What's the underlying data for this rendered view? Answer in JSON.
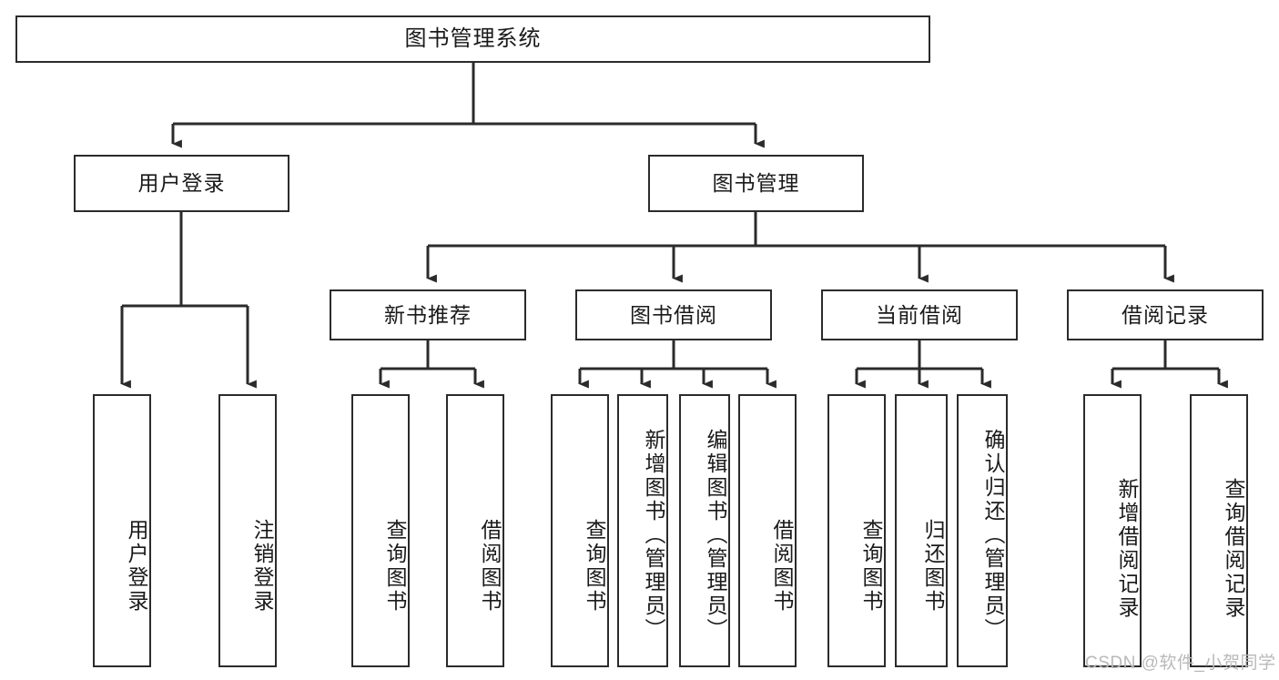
{
  "diagram": {
    "title": "图书管理系统",
    "type": "hierarchy-tree",
    "levels": 4
  },
  "nodes": {
    "root": {
      "label": "图书管理系统"
    },
    "level2": [
      {
        "id": "user-login",
        "label": "用户登录"
      },
      {
        "id": "book-manage",
        "label": "图书管理"
      }
    ],
    "level3": [
      {
        "id": "new-book-recommend",
        "label": "新书推荐"
      },
      {
        "id": "book-borrow",
        "label": "图书借阅"
      },
      {
        "id": "current-borrow",
        "label": "当前借阅"
      },
      {
        "id": "borrow-record",
        "label": "借阅记录"
      }
    ],
    "leaves": {
      "user_login": [
        {
          "id": "leaf-user-login",
          "label": "用户登录"
        },
        {
          "id": "leaf-logout-login",
          "label": "注销登录"
        }
      ],
      "new_book_recommend": [
        {
          "id": "leaf-query-book-1",
          "label": "查询图书"
        },
        {
          "id": "leaf-borrow-book-1",
          "label": "借阅图书"
        }
      ],
      "book_borrow": [
        {
          "id": "leaf-query-book-2",
          "label": "查询图书"
        },
        {
          "id": "leaf-add-book",
          "label": "新增图书（管理员）"
        },
        {
          "id": "leaf-edit-book",
          "label": "编辑图书（管理员）"
        },
        {
          "id": "leaf-borrow-book-2",
          "label": "借阅图书"
        }
      ],
      "current_borrow": [
        {
          "id": "leaf-query-book-3",
          "label": "查询图书"
        },
        {
          "id": "leaf-return-book",
          "label": "归还图书"
        },
        {
          "id": "leaf-confirm-return",
          "label": "确认归还（管理员）"
        }
      ],
      "borrow_record": [
        {
          "id": "leaf-add-record",
          "label": "新增借阅记录"
        },
        {
          "id": "leaf-query-record",
          "label": "查询借阅记录"
        }
      ]
    }
  },
  "watermark": {
    "text": "CSDN @软件_小贺同学"
  },
  "colors": {
    "stroke": "#2b2b2b",
    "background": "#ffffff",
    "text": "#1a1a1a",
    "watermark": "#b9b9b9"
  }
}
